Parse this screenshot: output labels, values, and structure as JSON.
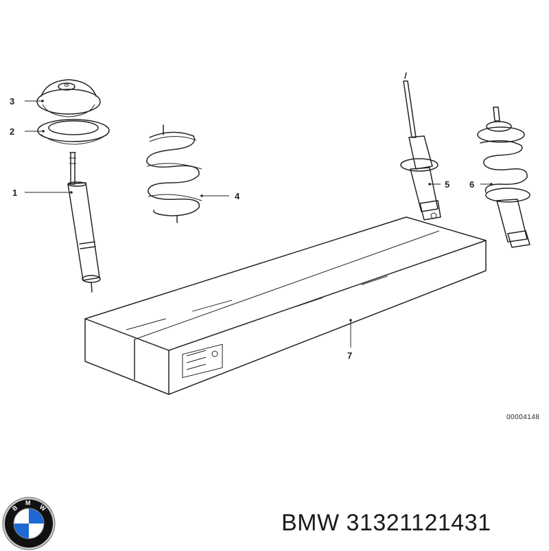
{
  "diagram": {
    "callouts": [
      {
        "id": "part-1",
        "number": "1"
      },
      {
        "id": "part-2",
        "number": "2"
      },
      {
        "id": "part-3",
        "number": "3"
      },
      {
        "id": "part-4",
        "number": "4"
      },
      {
        "id": "part-5",
        "number": "5"
      },
      {
        "id": "part-6",
        "number": "6"
      },
      {
        "id": "part-7",
        "number": "7"
      }
    ],
    "figure_code": "00004148"
  },
  "caption": {
    "brand": "BMW",
    "part_number": "31321121431",
    "text": "BMW 31321121431"
  },
  "logo": {
    "letters": "BMW",
    "colors": {
      "blue": "#1c69d4",
      "white": "#ffffff",
      "ring": "#111111",
      "chrome": "#c8c8c8"
    }
  }
}
